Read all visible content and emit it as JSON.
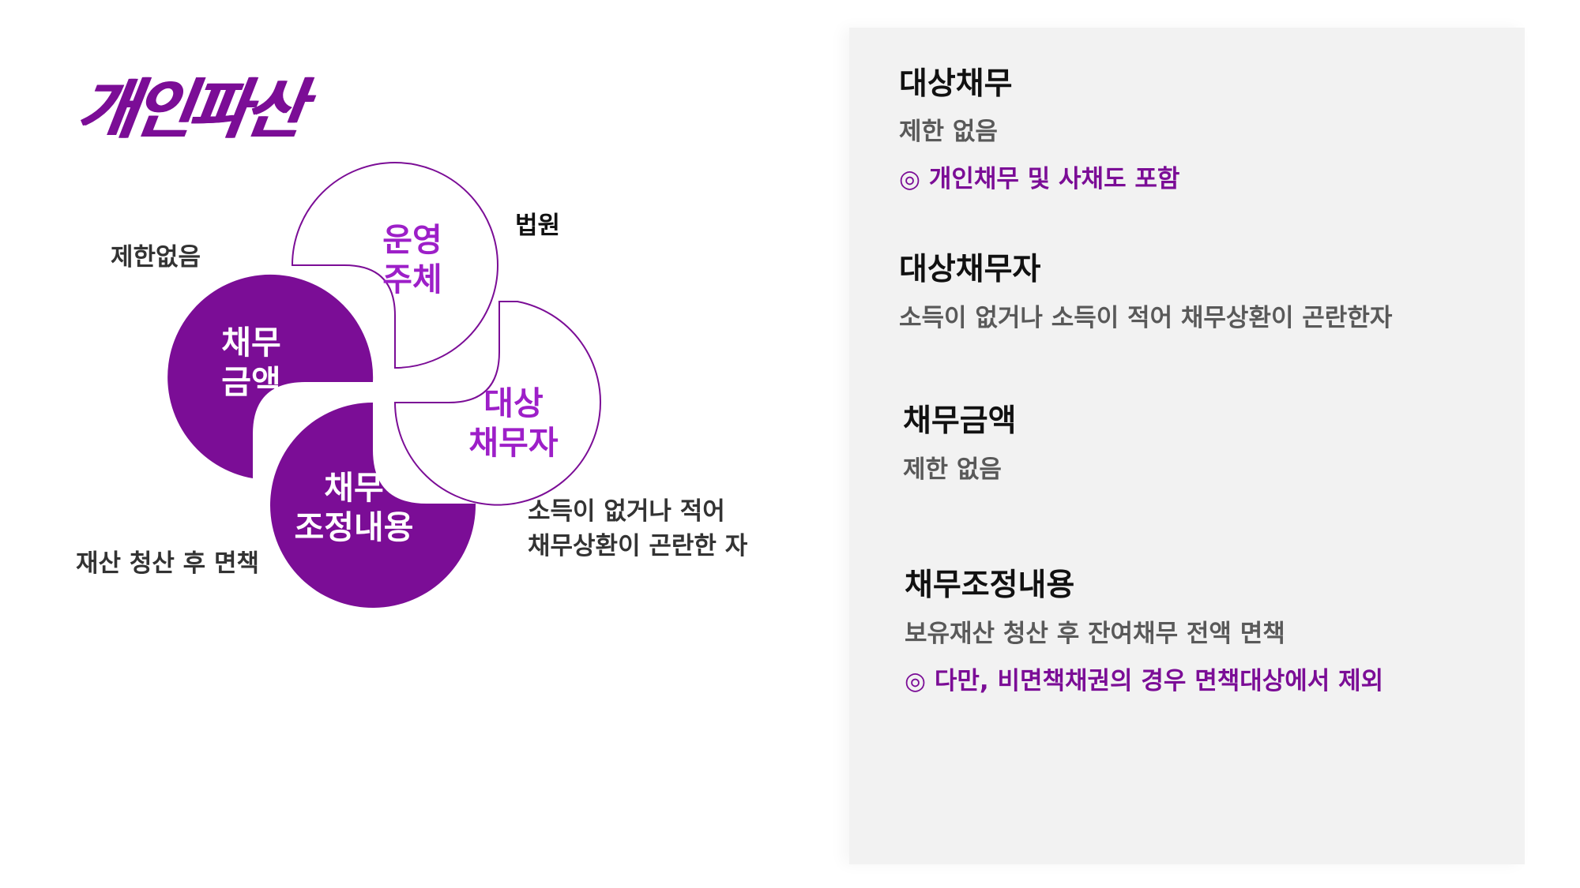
{
  "title": "개인파산",
  "colors": {
    "accent": "#7b0d96",
    "accent_text": "#9d1fc8",
    "panel_bg": "#f2f2f2",
    "body_text": "#595959"
  },
  "diagram": {
    "petals": [
      {
        "id": "operator",
        "line1": "운영",
        "line2": "주체",
        "style": "outline"
      },
      {
        "id": "target-debtor",
        "line1": "대상",
        "line2": "채무자",
        "style": "outline"
      },
      {
        "id": "debt-amount",
        "line1": "채무",
        "line2": "금액",
        "style": "filled"
      },
      {
        "id": "adjustment",
        "line1": "채무",
        "line2": "조정내용",
        "style": "filled"
      }
    ],
    "labels": {
      "operator": "법원",
      "debt_amount": "제한없음",
      "target_debtor_line1": "소득이 없거나 적어",
      "target_debtor_line2": "채무상환이 곤란한 자",
      "adjustment": "재산 청산 후 면책"
    }
  },
  "panel": {
    "sections": [
      {
        "title": "대상채무",
        "body": "제한 없음",
        "note": "◎ 개인채무 및 사채도 포함"
      },
      {
        "title": "대상채무자",
        "body": "소득이 없거나 소득이 적어 채무상환이 곤란한자"
      },
      {
        "title": "채무금액",
        "body": "제한 없음"
      },
      {
        "title": "채무조정내용",
        "body": "보유재산 청산 후 잔여채무 전액 면책",
        "note": "◎ 다만, 비면책채권의 경우 면책대상에서 제외"
      }
    ]
  }
}
